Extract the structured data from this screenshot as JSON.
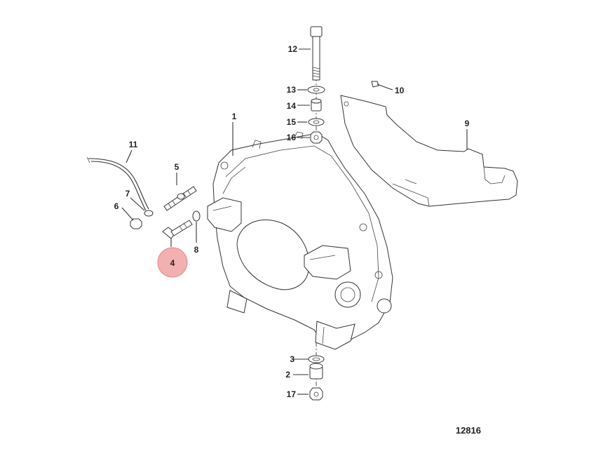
{
  "diagram": {
    "figure_number": "12816",
    "highlighted_callout": "4",
    "highlight_color": "#f2a8a8",
    "callouts": {
      "c1": "1",
      "c2": "2",
      "c3": "3",
      "c4": "4",
      "c5": "5",
      "c6": "6",
      "c7": "7",
      "c8": "8",
      "c9": "9",
      "c10": "10",
      "c11": "11",
      "c12": "12",
      "c13": "13",
      "c14": "14",
      "c15": "15",
      "c16": "16",
      "c17": "17"
    }
  }
}
